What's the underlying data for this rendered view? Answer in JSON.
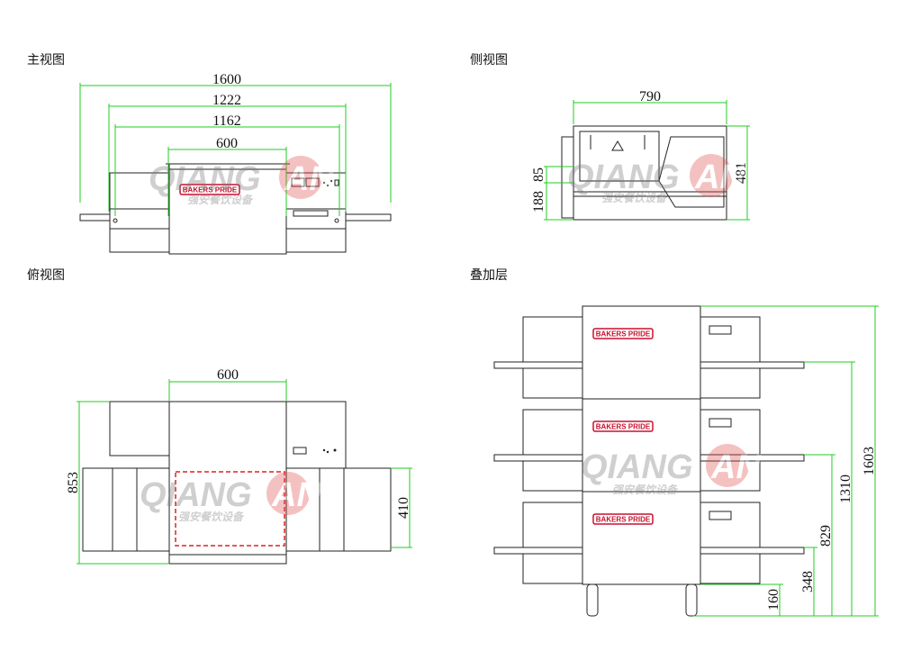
{
  "views": {
    "front": {
      "title": "主视图",
      "dims": [
        "1600",
        "1222",
        "1162",
        "600"
      ]
    },
    "side": {
      "title": "侧视图",
      "dims": [
        "790",
        "481",
        "188",
        "85"
      ]
    },
    "top": {
      "title": "俯视图",
      "dims": [
        "600",
        "853",
        "410"
      ]
    },
    "stack": {
      "title": "叠加层",
      "dims": [
        "1603",
        "1310",
        "829",
        "348",
        "160"
      ]
    }
  },
  "brand_label": "BAKERS PRIDE",
  "watermark": {
    "text_left": "QIANG",
    "text_right": "AN",
    "subtitle": "强安餐饮设备"
  },
  "colors": {
    "dimension": "#22cc22",
    "brand": "#c8102e",
    "watermark": "#e05050",
    "cook_zone": "#dd2222"
  }
}
